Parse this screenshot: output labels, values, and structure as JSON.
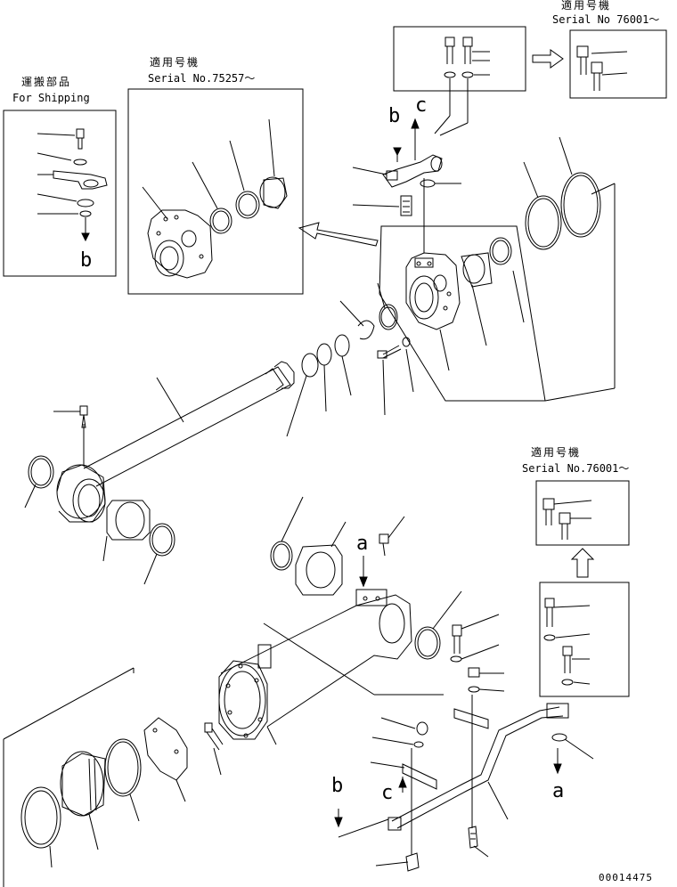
{
  "boxes": {
    "shipping": {
      "title_jp": "運搬部品",
      "title_en": "For Shipping"
    },
    "serial_75257": {
      "title_jp": "適用号機",
      "serial": "Serial No.75257～"
    },
    "serial_76001_top": {
      "title_jp": "適用号機",
      "serial": "Serial No 76001～"
    },
    "serial_76001_right": {
      "title_jp": "適用号機",
      "serial": "Serial No.76001～"
    }
  },
  "reference_letters": {
    "b_ship": "b",
    "b_upper": "b",
    "c_upper": "c",
    "a_mid": "a",
    "a_lower": "a",
    "b_lower": "b",
    "c_lower": "c"
  },
  "catalog_number": "00014475",
  "colors": {
    "ink": "#000000",
    "paper": "#ffffff"
  }
}
